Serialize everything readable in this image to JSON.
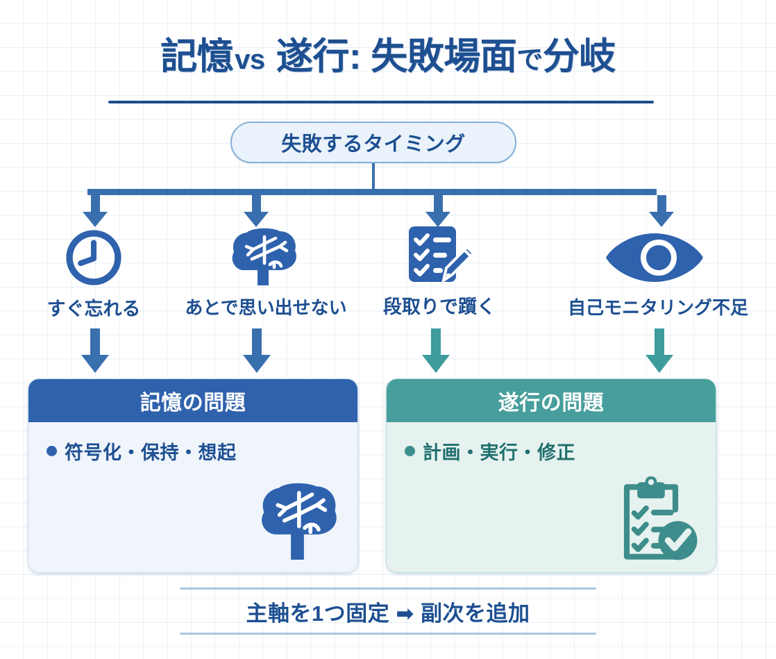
{
  "header": {
    "title_part1": "記憶",
    "title_vs": "vs",
    "title_part2": "遂行: 失敗場面",
    "title_de": "で",
    "title_part3": "分岐",
    "title_full": "記憶vs 遂行: 失敗場面で分岐"
  },
  "root": {
    "label": "失敗するタイミング"
  },
  "branches": [
    {
      "icon": "clock-icon",
      "label": "すぐ忘れる",
      "color": "#2f62ad"
    },
    {
      "icon": "brain-icon",
      "label": "あとで思い出せない",
      "color": "#2f62ad"
    },
    {
      "icon": "checklist-pencil-icon",
      "label": "段取りで躓く",
      "color": "#2f62ad"
    },
    {
      "icon": "eye-icon",
      "label": "自己モニタリング不足",
      "color": "#2f62ad"
    }
  ],
  "cards": [
    {
      "title": "記憶の問題",
      "bullet": "符号化・保持・想起",
      "art": "brain-illustration",
      "header_color": "#2f62ad",
      "body_color": "#f0f5fc"
    },
    {
      "title": "遂行の問題",
      "bullet": "計画・実行・修正",
      "art": "clipboard-check-illustration",
      "header_color": "#479e9c",
      "body_color": "#e6f2ef"
    }
  ],
  "footer": {
    "text": "主軸を1つ固定 ➡ 副次を追加"
  },
  "colors": {
    "navy": "#1d4f91",
    "blue": "#2f62ad",
    "connector_blue": "#3a6fae",
    "teal": "#3e9c9c",
    "grid": "#b4cde6"
  }
}
